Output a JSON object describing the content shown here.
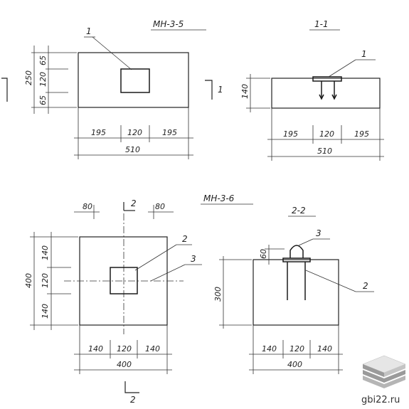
{
  "view1": {
    "title": "МН-3-5",
    "callout": "1",
    "width_total": "510",
    "width_left": "195",
    "width_mid": "120",
    "width_right": "195",
    "height_total": "250",
    "height_top": "65",
    "height_mid": "120",
    "height_bottom": "65",
    "section_mark": "1"
  },
  "section1": {
    "title": "1-1",
    "callout": "1",
    "height": "140",
    "width_total": "510",
    "width_left": "195",
    "width_mid": "120",
    "width_right": "195"
  },
  "view2": {
    "title": "МН-3-6",
    "section_mark_top": "2",
    "section_mark_bottom": "2",
    "offset_left": "80",
    "offset_right": "80",
    "callout_a": "2",
    "callout_b": "3",
    "width_total": "400",
    "width_left": "140",
    "width_mid": "120",
    "width_right": "140",
    "height_total": "400",
    "height_top": "140",
    "height_mid": "120",
    "height_bottom": "140"
  },
  "section2": {
    "title": "2-2",
    "callout_a": "3",
    "callout_b": "2",
    "height": "300",
    "loop_height": "60",
    "width_total": "400",
    "width_left": "140",
    "width_mid": "120",
    "width_right": "140"
  },
  "watermark": {
    "text": "gbi22.ru"
  },
  "colors": {
    "line": "#222222",
    "logo_light": "#e6e6e6",
    "logo_dark": "#9a9a9a"
  }
}
